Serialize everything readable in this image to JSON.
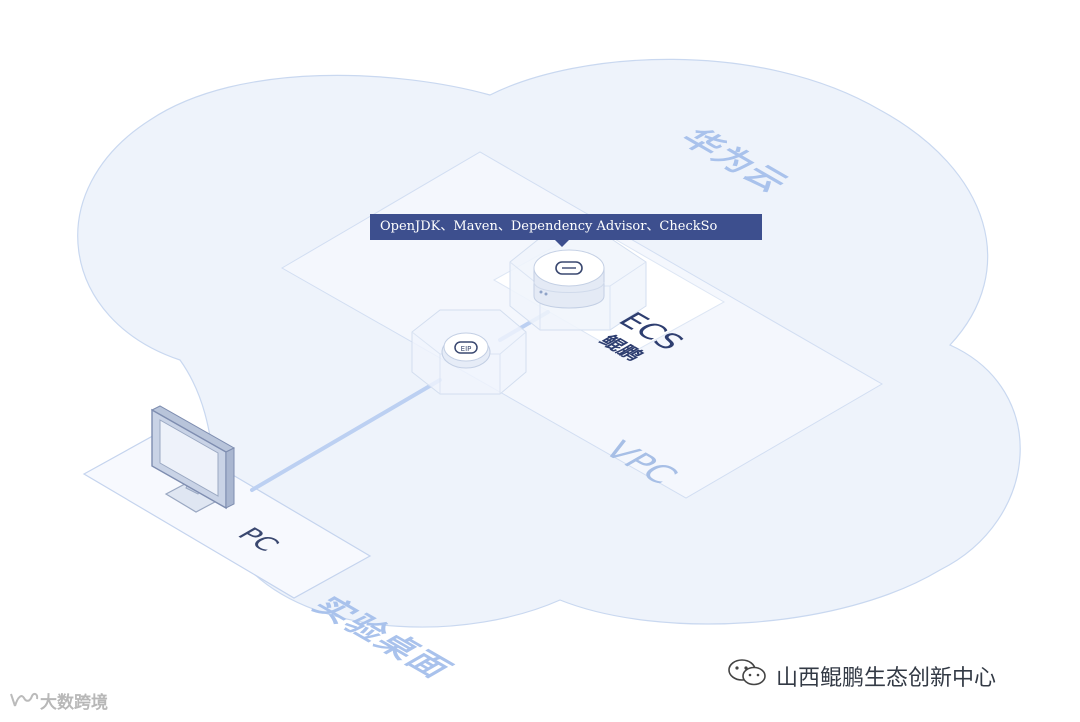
{
  "diagram": {
    "cloud_label": "华为云",
    "vpc_label": "VPC",
    "ecs_label": "ECS",
    "kunpeng_label": "鲲鹏",
    "pc_label": "PC",
    "desktop_label": "实验桌面",
    "eip_label": "EIP",
    "tooltip_text": "OpenJDK、Maven、Dependency Advisor、CheckSo"
  },
  "footer": {
    "brand": "山西鲲鹏生态创新中心",
    "watermark": "大数跨境"
  },
  "colors": {
    "cloud_fill": "#eef3fb",
    "cloud_stroke": "#c9d8f0",
    "link_line": "#bcd0f2",
    "tooltip_bg": "#3d4f8e",
    "label_light": "#a9c2ec"
  }
}
